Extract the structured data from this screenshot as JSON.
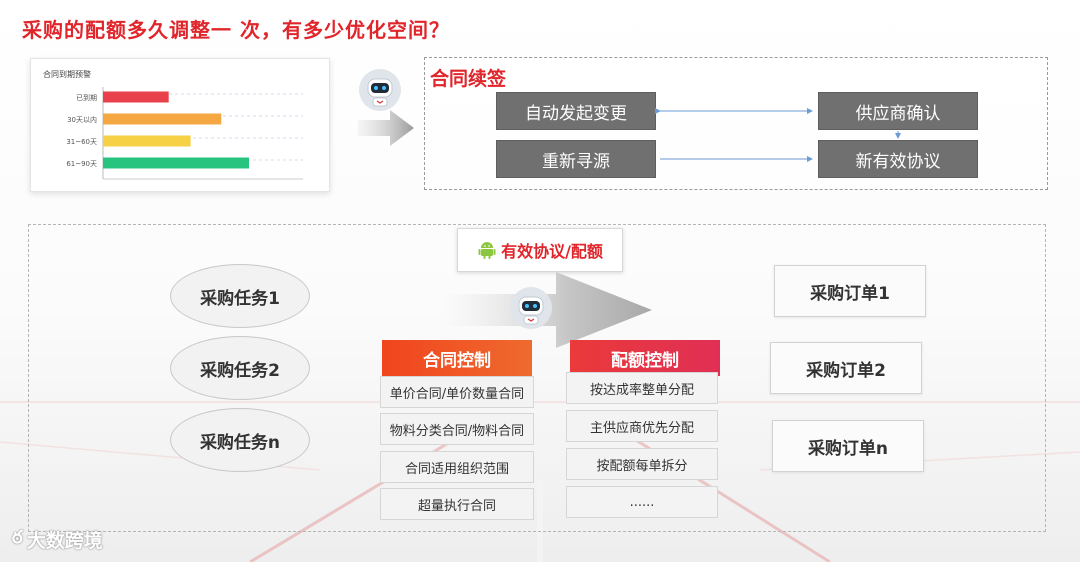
{
  "title": "采购的配额多久调整一 次，有多少优化空间？",
  "warning_chart": {
    "title": "合同到期预警",
    "chart_data": {
      "type": "bar",
      "orientation": "horizontal",
      "title": "合同到期预警",
      "categories": [
        "已到期",
        "30天以内",
        "31~60天",
        "61~90天"
      ],
      "values": [
        0.45,
        0.81,
        0.6,
        1.0
      ],
      "value_unit": "relative bar length (no axis printed)",
      "colors": [
        "#e8414b",
        "#f5a742",
        "#f6d146",
        "#27c47f"
      ],
      "grid": "dashed horizontal lines",
      "legend": "none"
    }
  },
  "renewal": {
    "title": "合同续签",
    "initiate_change": "自动发起变更",
    "supplier_confirm": "供应商确认",
    "resourcing": "重新寻源",
    "new_agreement": "新有效协议"
  },
  "agreement_tag": "有效协议/配额",
  "tasks": [
    "采购任务1",
    "采购任务2",
    "采购任务n"
  ],
  "orders": [
    "采购订单1",
    "采购订单2",
    "采购订单n"
  ],
  "contract_control": {
    "header": "合同控制",
    "items": [
      "单价合同/单价数量合同",
      "物料分类合同/物料合同",
      "合同适用组织范围",
      "超量执行合同"
    ]
  },
  "quota_control": {
    "header": "配额控制",
    "items": [
      "按达成率整单分配",
      "主供应商优先分配",
      "按配额每单拆分",
      "......"
    ]
  },
  "watermark": "大数跨境",
  "colors": {
    "accent_red": "#e0252b",
    "gray_box": "#707070",
    "flow_line": "#6a9bd6",
    "android_green": "#8dc63f"
  }
}
